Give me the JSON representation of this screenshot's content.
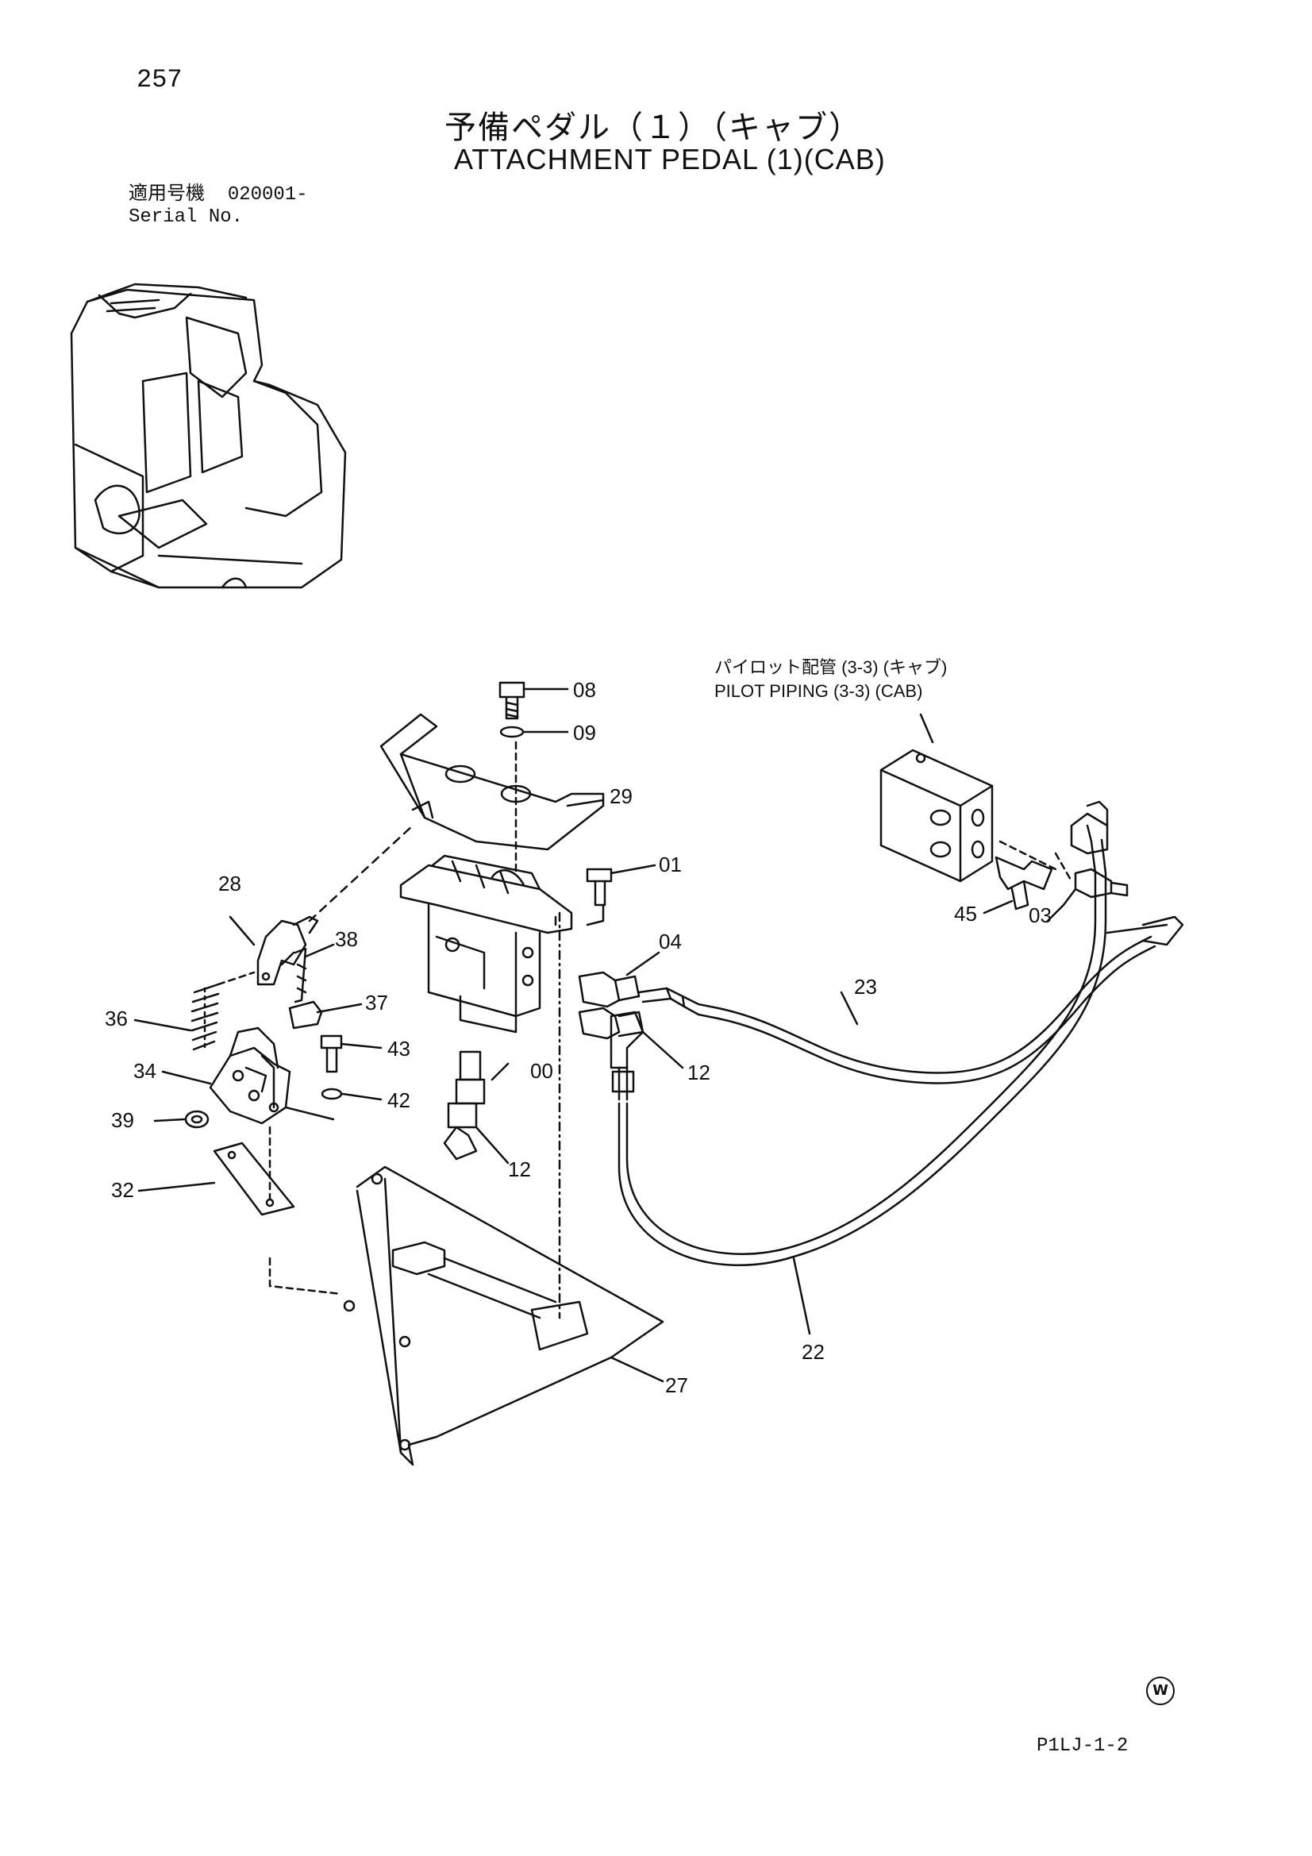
{
  "page_number": "257",
  "title_jp": "予備ペダル（１）（キャブ）",
  "title_en": "ATTACHMENT PEDAL (1)(CAB)",
  "serial": {
    "label_jp": "適用号機",
    "value": "020001-",
    "label_en": "Serial No."
  },
  "reference": {
    "jp": "パイロット配管 (3-3) (キャブ)",
    "en": "PILOT PIPING (3-3) (CAB)"
  },
  "part_labels": [
    {
      "id": "08",
      "text": "08"
    },
    {
      "id": "09",
      "text": "09"
    },
    {
      "id": "29",
      "text": "29"
    },
    {
      "id": "01",
      "text": "01"
    },
    {
      "id": "28",
      "text": "28"
    },
    {
      "id": "38",
      "text": "38"
    },
    {
      "id": "04",
      "text": "04"
    },
    {
      "id": "37",
      "text": "37"
    },
    {
      "id": "36",
      "text": "36"
    },
    {
      "id": "43",
      "text": "43"
    },
    {
      "id": "34",
      "text": "34"
    },
    {
      "id": "42",
      "text": "42"
    },
    {
      "id": "39",
      "text": "39"
    },
    {
      "id": "00",
      "text": "00"
    },
    {
      "id": "12a",
      "text": "12"
    },
    {
      "id": "12b",
      "text": "12"
    },
    {
      "id": "32",
      "text": "32"
    },
    {
      "id": "23",
      "text": "23"
    },
    {
      "id": "45",
      "text": "45"
    },
    {
      "id": "03",
      "text": "03"
    },
    {
      "id": "22",
      "text": "22"
    },
    {
      "id": "27",
      "text": "27"
    }
  ],
  "watermark": "W",
  "drawing_code": "P1LJ-1-2"
}
